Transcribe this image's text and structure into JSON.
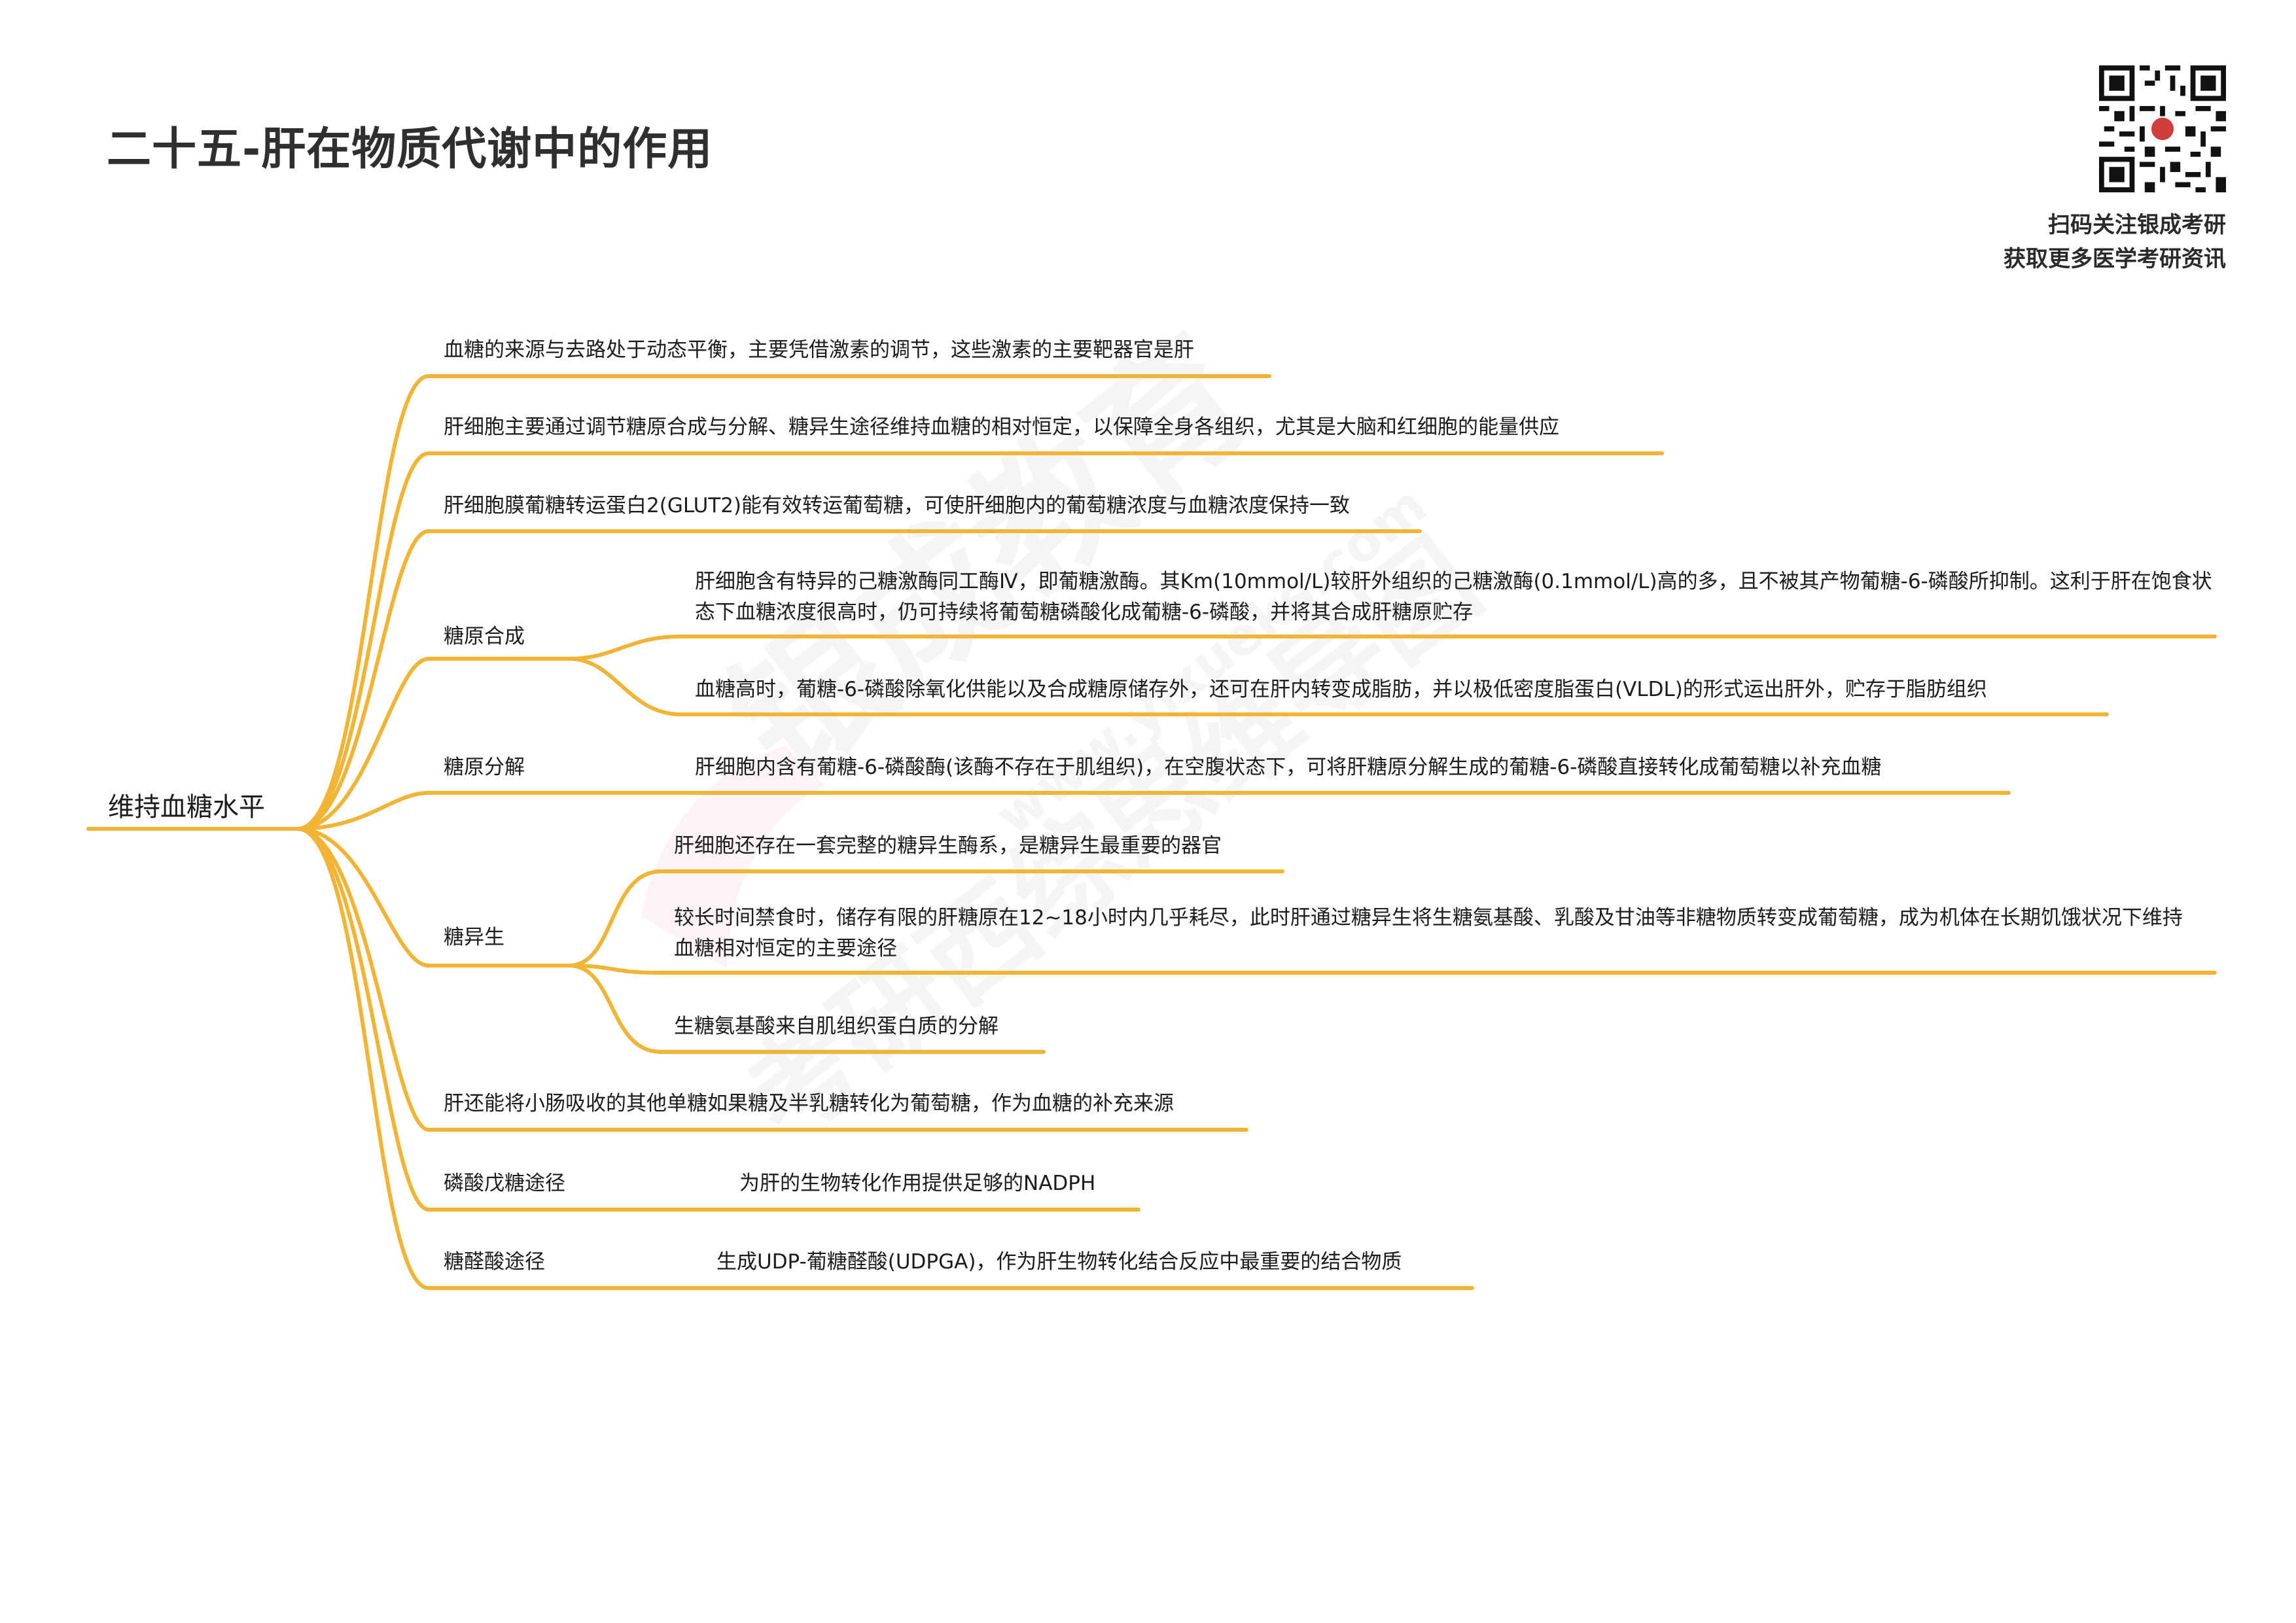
{
  "title": "二十五-肝在物质代谢中的作用",
  "qr_caption": [
    "扫码关注银成考研",
    "获取更多医学考研资讯"
  ],
  "watermark": [
    "银成教育",
    "考研西综思维导图",
    "www.yixueks.com"
  ],
  "colors": {
    "branch": "#f1b434",
    "text": "#1c1c1c",
    "title": "#2f2f2f"
  },
  "mindmap": {
    "root": "维持血糖水平",
    "branches": [
      {
        "text": "血糖的来源与去路处于动态平衡，主要凭借激素的调节，这些激素的主要靶器官是肝"
      },
      {
        "text": "肝细胞主要通过调节糖原合成与分解、糖异生途径维持血糖的相对恒定，以保障全身各组织，尤其是大脑和红细胞的能量供应"
      },
      {
        "text": "肝细胞膜葡糖转运蛋白2(GLUT2)能有效转运葡萄糖，可使肝细胞内的葡萄糖浓度与血糖浓度保持一致"
      },
      {
        "text": "糖原合成",
        "children": [
          "肝细胞含有特异的己糖激酶同工酶Ⅳ，即葡糖激酶。其Km(10mmol/L)较肝外组织的己糖激酶(0.1mmol/L)高的多，且不被其产物葡糖-6-磷酸所抑制。这利于肝在饱食状态下血糖浓度很高时，仍可持续将葡萄糖磷酸化成葡糖-6-磷酸，并将其合成肝糖原贮存",
          "血糖高时，葡糖-6-磷酸除氧化供能以及合成糖原储存外，还可在肝内转变成脂肪，并以极低密度脂蛋白(VLDL)的形式运出肝外，贮存于脂肪组织"
        ]
      },
      {
        "text": "糖原分解",
        "children": [
          "肝细胞内含有葡糖-6-磷酸酶(该酶不存在于肌组织)，在空腹状态下，可将肝糖原分解生成的葡糖-6-磷酸直接转化成葡萄糖以补充血糖"
        ]
      },
      {
        "text": "糖异生",
        "children": [
          "肝细胞还存在一套完整的糖异生酶系，是糖异生最重要的器官",
          "较长时间禁食时，储存有限的肝糖原在12~18小时内几乎耗尽，此时肝通过糖异生将生糖氨基酸、乳酸及甘油等非糖物质转变成葡萄糖，成为机体在长期饥饿状况下维持血糖相对恒定的主要途径",
          "生糖氨基酸来自肌组织蛋白质的分解"
        ]
      },
      {
        "text": "肝还能将小肠吸收的其他单糖如果糖及半乳糖转化为葡萄糖，作为血糖的补充来源"
      },
      {
        "text": "磷酸戊糖途径",
        "children": [
          "为肝的生物转化作用提供足够的NADPH"
        ]
      },
      {
        "text": "糖醛酸途径",
        "children": [
          "生成UDP-葡糖醛酸(UDPGA)，作为肝生物转化结合反应中最重要的结合物质"
        ]
      }
    ]
  }
}
